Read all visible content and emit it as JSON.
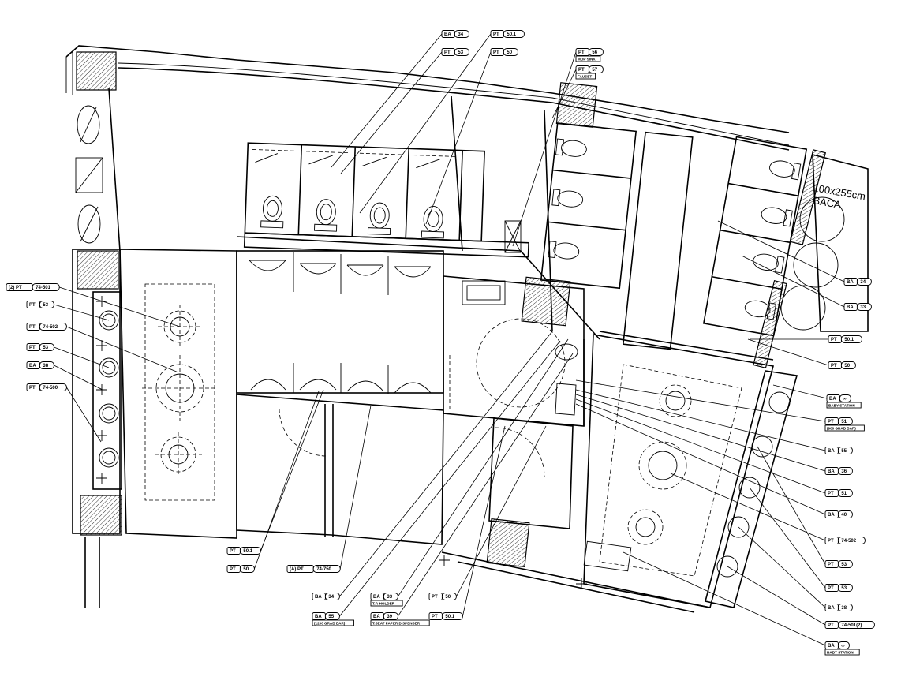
{
  "room_label": {
    "line1": "100x255cm",
    "line2": "BACA"
  },
  "tags": [
    {
      "id": "t1",
      "code": "BA",
      "num": "34"
    },
    {
      "id": "t2",
      "code": "PT",
      "num": "50.1"
    },
    {
      "id": "t3",
      "code": "PT",
      "num": "53"
    },
    {
      "id": "t4",
      "code": "PT",
      "num": "50"
    },
    {
      "id": "t5",
      "code": "PT",
      "num": "56",
      "note": "MOP SINK"
    },
    {
      "id": "t6",
      "code": "PT",
      "num": "57",
      "note": "FAUSET"
    },
    {
      "id": "t7",
      "code": "(2) PT",
      "num": "74-501"
    },
    {
      "id": "t8",
      "code": "PT",
      "num": "53"
    },
    {
      "id": "t9",
      "code": "PT",
      "num": "74-502"
    },
    {
      "id": "t10",
      "code": "PT",
      "num": "53"
    },
    {
      "id": "t11",
      "code": "BA",
      "num": "38"
    },
    {
      "id": "t12",
      "code": "PT",
      "num": "74-500"
    },
    {
      "id": "t13",
      "code": "BA",
      "num": "34"
    },
    {
      "id": "t14",
      "code": "BA",
      "num": "33"
    },
    {
      "id": "t15",
      "code": "PT",
      "num": "50.1"
    },
    {
      "id": "t16",
      "code": "PT",
      "num": "50"
    },
    {
      "id": "t17",
      "code": "BA",
      "num": "∞",
      "note": "BABY STATION"
    },
    {
      "id": "t18",
      "code": "PT",
      "num": "51",
      "note": "(900 GRAB BAR)"
    },
    {
      "id": "t19",
      "code": "BA",
      "num": "55"
    },
    {
      "id": "t20",
      "code": "BA",
      "num": "36"
    },
    {
      "id": "t21",
      "code": "PT",
      "num": "51"
    },
    {
      "id": "t22",
      "code": "BA",
      "num": "40"
    },
    {
      "id": "t23",
      "code": "PT",
      "num": "74-502"
    },
    {
      "id": "t24",
      "code": "PT",
      "num": "53"
    },
    {
      "id": "t25",
      "code": "PT",
      "num": "53"
    },
    {
      "id": "t26",
      "code": "BA",
      "num": "38"
    },
    {
      "id": "t27",
      "code": "PT",
      "num": "74-501(2)"
    },
    {
      "id": "t28",
      "code": "BA",
      "num": "∞",
      "note": "BABY STATION"
    },
    {
      "id": "t29",
      "code": "PT",
      "num": "50.1"
    },
    {
      "id": "t30",
      "code": "PT",
      "num": "50"
    },
    {
      "id": "t31",
      "code": "(A) PT",
      "num": "74-750"
    },
    {
      "id": "t32",
      "code": "BA",
      "num": "34"
    },
    {
      "id": "t33",
      "code": "BA",
      "num": "33",
      "note": "T.P. HOLDER"
    },
    {
      "id": "t34",
      "code": "PT",
      "num": "50"
    },
    {
      "id": "t35",
      "code": "BA",
      "num": "55",
      "note": "(1200 GRAB BAR)"
    },
    {
      "id": "t36",
      "code": "BA",
      "num": "39",
      "note": "T.SEAT PAPER DISPENSER"
    },
    {
      "id": "t37",
      "code": "PT",
      "num": "50.1"
    }
  ]
}
